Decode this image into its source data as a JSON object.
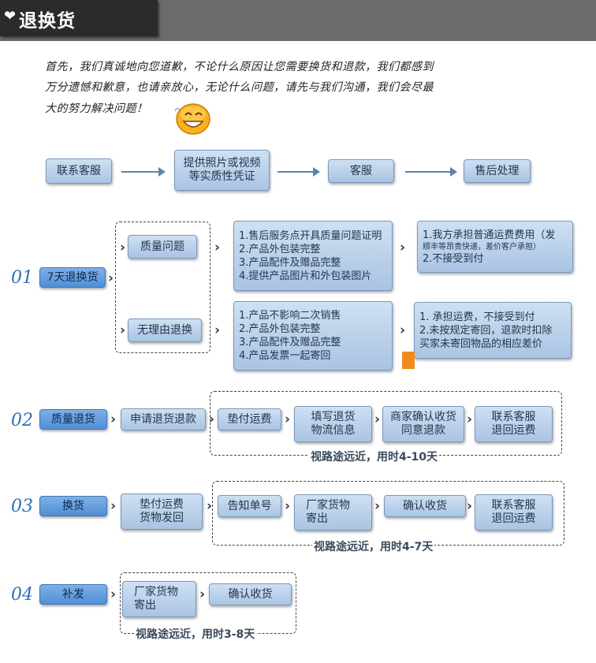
{
  "header": {
    "title": "退换货",
    "icon": "heart-icon"
  },
  "intro": {
    "lines": [
      "首先，我们真诚地向您道歉，不论什么原因让您需要换货和退款，我们都感到",
      "万分遗憾和歉意，也请亲放心，无论什么问题，请先与我们沟通，我们会尽最",
      "大的努力解决问题！"
    ]
  },
  "flow_top": [
    "联系客服",
    "提供照片或视频",
    "等实质性凭证",
    "客服",
    "售后处理"
  ],
  "s1": {
    "num": "01",
    "label": "7天退换货",
    "quality": "质量问题",
    "noreason": "无理由退换",
    "quality_cond": [
      "1.售后服务点开具质量问题证明",
      "2.产品外包装完整",
      "3.产品配件及赠品完整",
      "4.提供产品图片和外包装图片"
    ],
    "quality_res": [
      "1.我方承担普通运费费用（发",
      "顺丰等昂贵快递，差价客户承担）",
      "2.不接受到付"
    ],
    "noreason_cond": [
      "1.产品不影响二次销售",
      "2.产品外包装完整",
      "3.产品配件及赠品完整",
      "4.产品发票一起寄回"
    ],
    "noreason_res": [
      "1.        承担运费，不接受到付",
      "2.未按规定寄回，退款时扣除",
      "买家未寄回物品的相应差价"
    ]
  },
  "s2": {
    "num": "02",
    "label": "质量退货",
    "apply": "申请退货退款",
    "steps": [
      [
        "垫付运费"
      ],
      [
        "填写退货",
        "物流信息"
      ],
      [
        "商家确认收货",
        "同意退款"
      ],
      [
        "联系客服",
        "退回运费"
      ]
    ],
    "note": "视路途远近，用时4-10天"
  },
  "s3": {
    "num": "03",
    "label": "换货",
    "first": [
      "垫付运费",
      "货物发回"
    ],
    "steps": [
      [
        "告知单号"
      ],
      [
        "厂家货物",
        "寄出"
      ],
      [
        "确认收货"
      ],
      [
        "联系客服",
        "退回运费"
      ]
    ],
    "note": "视路途远近，用时4-7天"
  },
  "s4": {
    "num": "04",
    "label": "补发",
    "steps": [
      [
        "厂家货物",
        "寄出"
      ],
      [
        "确认收货"
      ]
    ],
    "note": "视路途远近，用时3-8天"
  },
  "colors": {
    "header_bg": "#6b6b6b",
    "header_tab": "#2b2b2b",
    "box_fill": "#b9d0ea",
    "label_fill": "#5f9be0",
    "number": "#2f6fb5",
    "marker": "#f28a1e"
  }
}
